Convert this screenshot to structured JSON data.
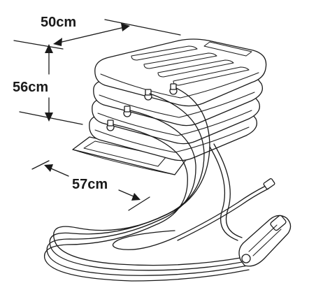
{
  "dimensions": {
    "width_label": "50cm",
    "height_label": "56cm",
    "depth_label": "57cm"
  },
  "colors": {
    "line": "#1a1a1a",
    "background": "#ffffff"
  }
}
